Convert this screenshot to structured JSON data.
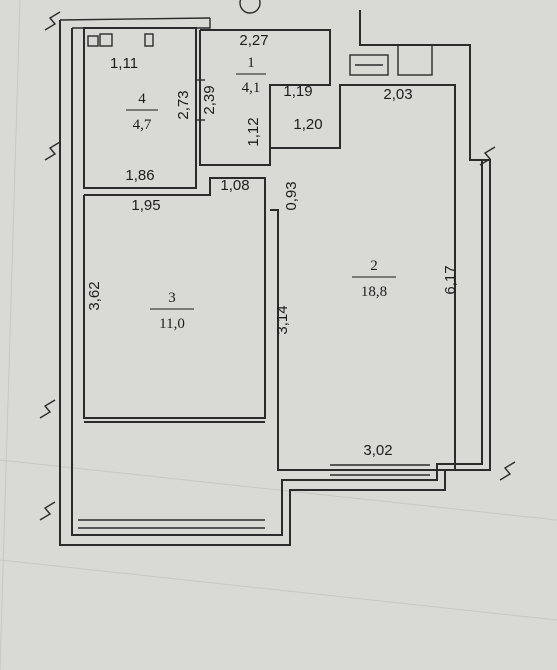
{
  "rooms": [
    {
      "number": "1",
      "area": "4,1"
    },
    {
      "number": "2",
      "area": "18,8"
    },
    {
      "number": "3",
      "area": "11,0"
    },
    {
      "number": "4",
      "area": "4,7"
    }
  ],
  "dimensions": {
    "d_2_27": "2,27",
    "d_1_11": "1,11",
    "d_2_73": "2,73",
    "d_2_39": "2,39",
    "d_1_19": "1,19",
    "d_2_03": "2,03",
    "d_1_12": "1,12",
    "d_1_20": "1,20",
    "d_1_86": "1,86",
    "d_1_08": "1,08",
    "d_0_93": "0,93",
    "d_1_95": "1,95",
    "d_3_62": "3,62",
    "d_3_14": "3,14",
    "d_6_17": "6,17",
    "d_3_02": "3,02"
  }
}
